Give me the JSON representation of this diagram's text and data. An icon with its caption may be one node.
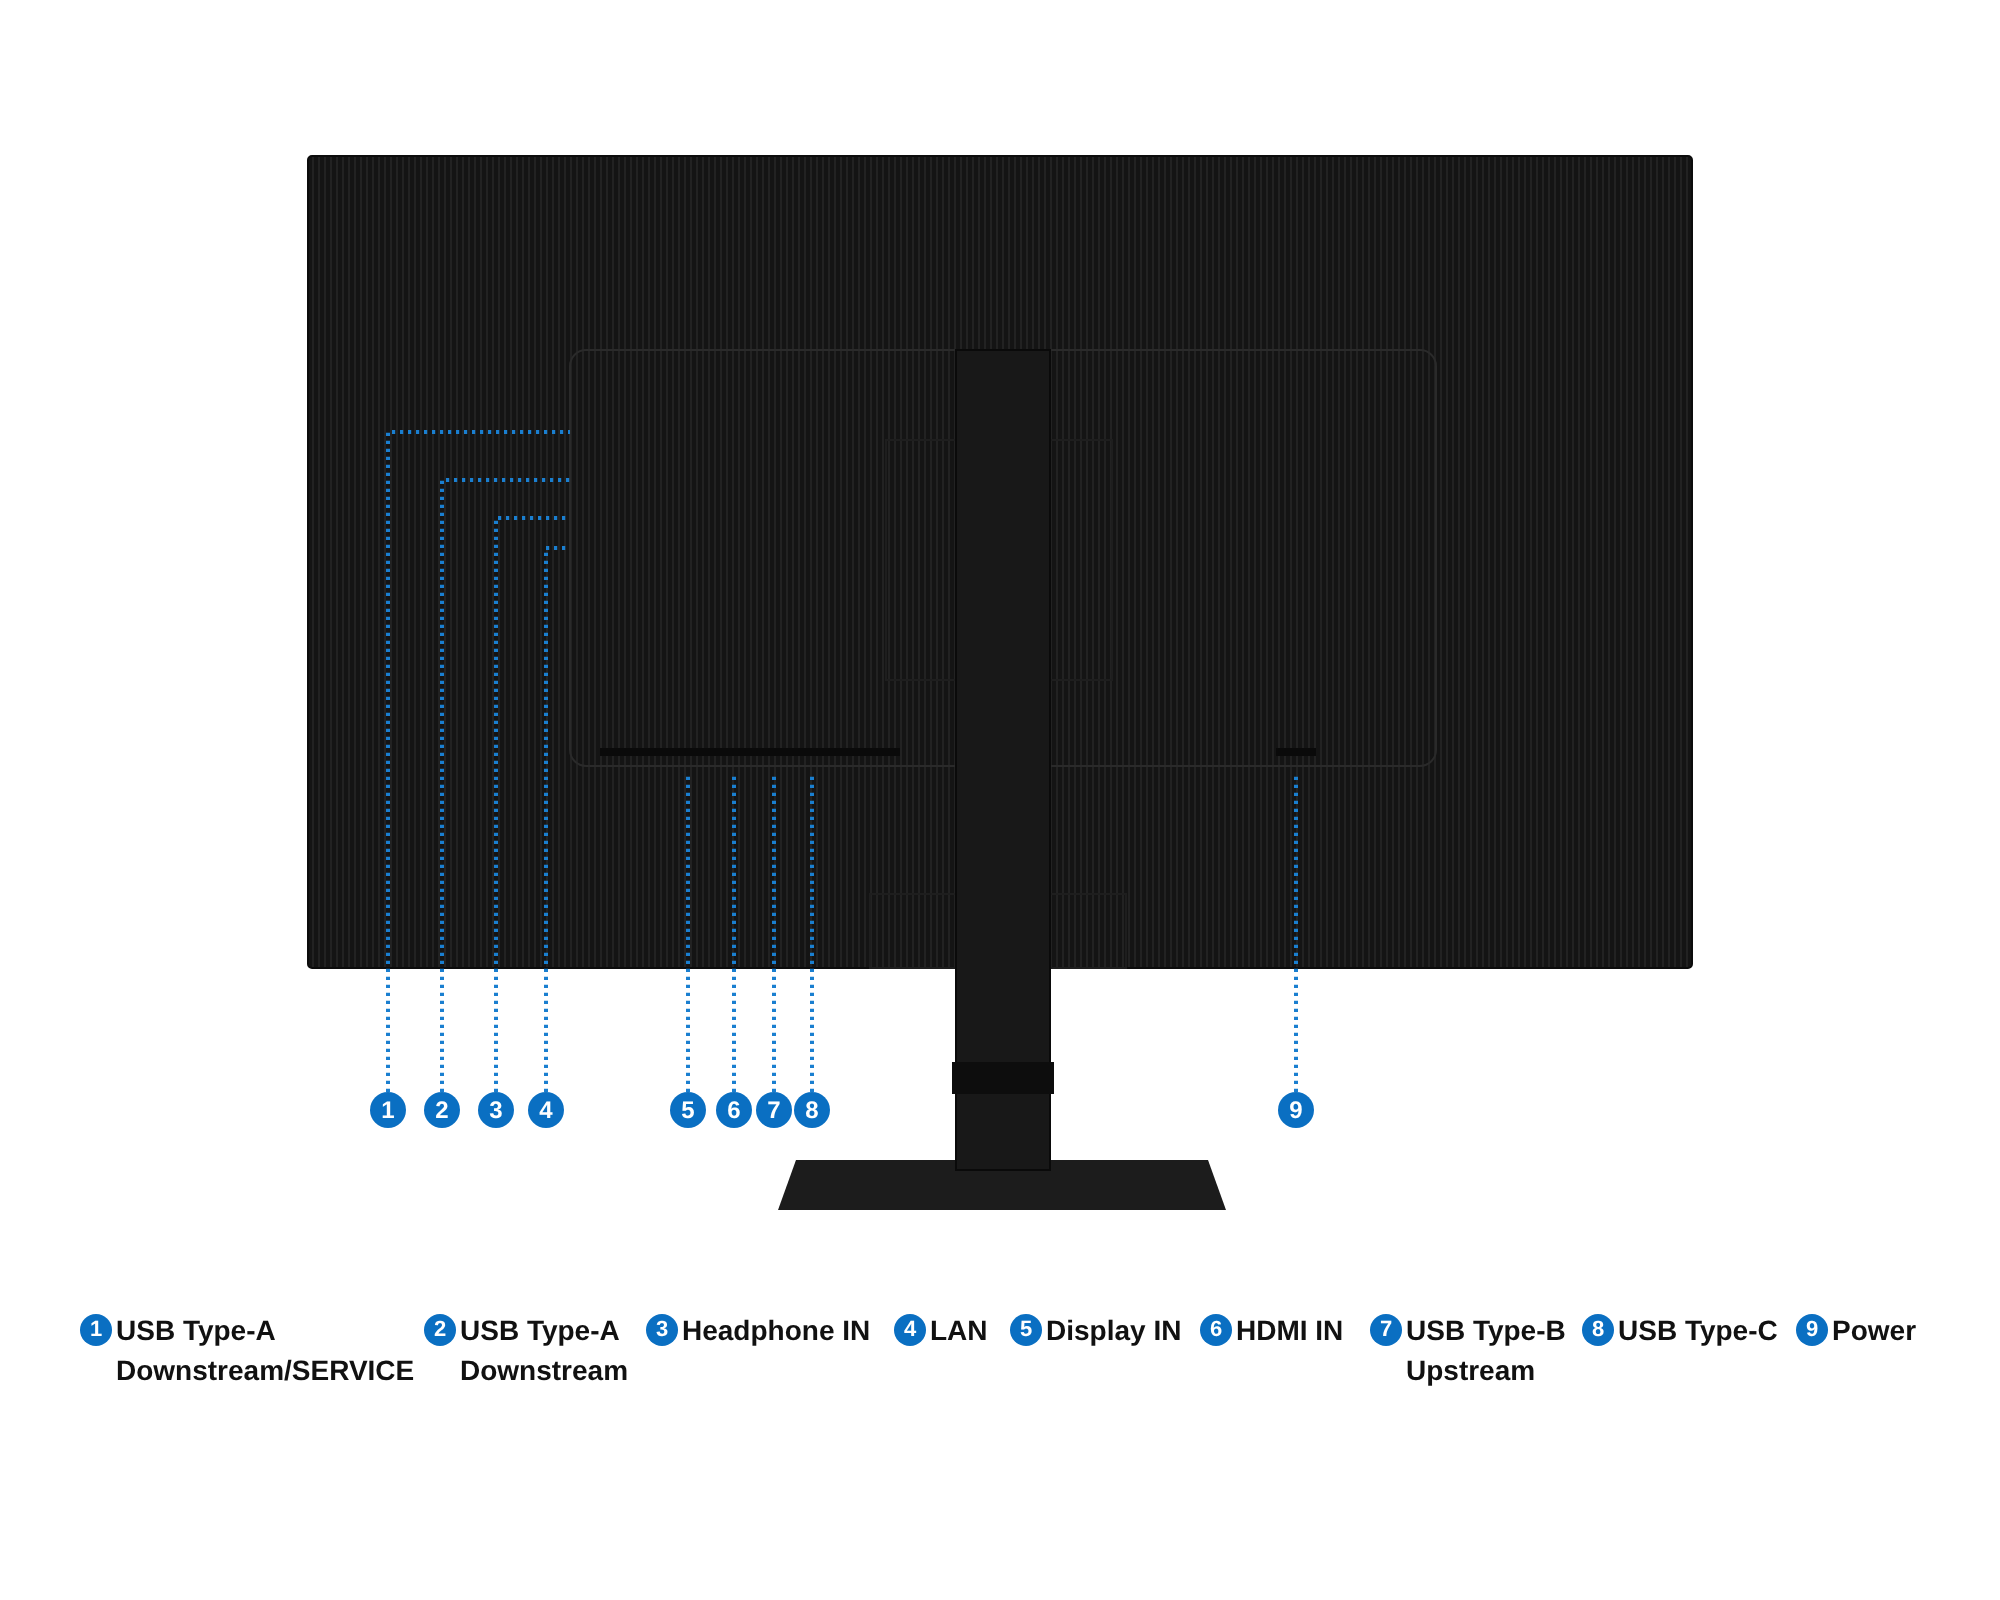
{
  "diagram": {
    "nodes": [
      {
        "text": [
          "1"
        ]
      },
      {
        "text": [
          "2"
        ]
      },
      {
        "text": [
          "3"
        ]
      },
      {
        "text": [
          "4"
        ]
      },
      {
        "text": [
          "5"
        ]
      },
      {
        "text": [
          "6"
        ]
      },
      {
        "text": [
          "7"
        ]
      },
      {
        "text": [
          "8"
        ]
      },
      {
        "text": [
          "9"
        ]
      },
      {
        "text": [
          "1"
        ],
        "beside": [
          "USB Type-A Downstream/SERVICE"
        ]
      },
      {
        "text": [
          "2"
        ],
        "beside": [
          "USB Type-A Downstream"
        ]
      },
      {
        "text": [
          "3"
        ],
        "beside": [
          "Headphone IN"
        ]
      },
      {
        "text": [
          "4"
        ],
        "beside": [
          "LAN"
        ]
      },
      {
        "text": [
          "5"
        ],
        "beside": [
          "Display IN"
        ]
      },
      {
        "text": [
          "6"
        ],
        "beside": [
          "HDMI IN"
        ]
      },
      {
        "text": [
          "7"
        ],
        "beside": [
          "USB Type-B Upstream"
        ]
      },
      {
        "text": [
          "8"
        ],
        "beside": [
          "USB Type-C"
        ]
      },
      {
        "text": [
          "9"
        ],
        "beside": [
          "Power"
        ]
      }
    ],
    "edges": [
      {
        "from": 0,
        "to": null,
        "arrow": "none",
        "style": "dashed"
      },
      {
        "from": 1,
        "to": null,
        "arrow": "none",
        "style": "dashed"
      },
      {
        "from": 2,
        "to": null,
        "arrow": "none",
        "style": "dashed"
      },
      {
        "from": 3,
        "to": null,
        "arrow": "none",
        "style": "dashed"
      },
      {
        "from": 4,
        "to": null,
        "arrow": "none",
        "style": "dashed"
      },
      {
        "from": 5,
        "to": null,
        "arrow": "none",
        "style": "dashed"
      },
      {
        "from": 6,
        "to": null,
        "arrow": "none",
        "style": "dashed"
      },
      {
        "from": 7,
        "to": null,
        "arrow": "none",
        "style": "dashed"
      },
      {
        "from": 8,
        "to": null,
        "arrow": "none",
        "style": "dashed"
      }
    ]
  }
}
